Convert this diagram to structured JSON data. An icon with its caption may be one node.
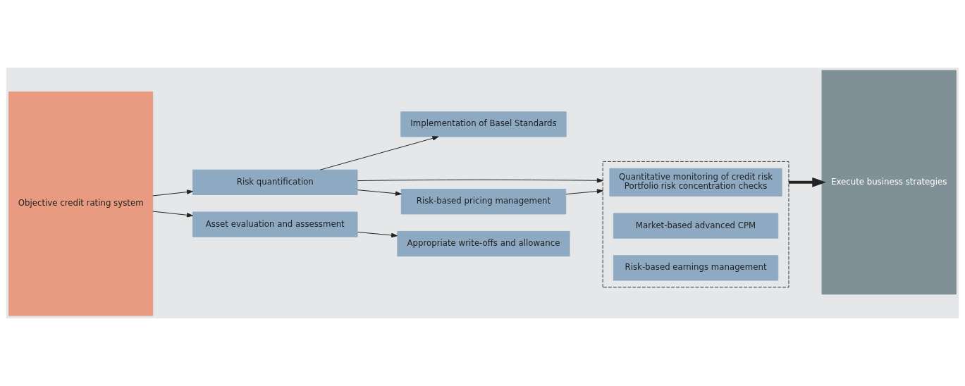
{
  "diagram": {
    "nodes": [
      {
        "text": [
          "Objective credit rating system"
        ]
      },
      {
        "text": [
          "Implementation of Basel Standards"
        ]
      },
      {
        "text": [
          "Risk quantification"
        ]
      },
      {
        "text": [],
        "shape": "box"
      },
      {
        "text": [
          "Quantitative monitoring of credit risk",
          "Portfolio risk concentration checks"
        ],
        "in": 3
      },
      {
        "text": [
          "Market-based advanced CPM"
        ],
        "in": 3
      },
      {
        "text": [
          "Risk-based earnings management"
        ],
        "in": 3
      },
      {
        "text": [
          "Risk-based pricing management"
        ]
      },
      {
        "text": [
          "Asset evaluation and assessment"
        ]
      },
      {
        "text": [
          "Appropriate write-offs and allowance"
        ]
      },
      {
        "text": [
          "Execute business strategies"
        ]
      }
    ],
    "edges": [
      {
        "from": 0,
        "to": 2,
        "arrow": "to"
      },
      {
        "from": 0,
        "to": 8,
        "arrow": "to"
      },
      {
        "from": 2,
        "to": 1,
        "arrow": "to"
      },
      {
        "from": 2,
        "to": 3,
        "arrow": "to"
      },
      {
        "from": 2,
        "to": 7,
        "arrow": "to"
      },
      {
        "from": 7,
        "to": 3,
        "arrow": "to"
      },
      {
        "from": 3,
        "to": 10,
        "arrow": "to",
        "style": "thick"
      },
      {
        "from": 8,
        "to": 9,
        "arrow": "to"
      }
    ]
  }
}
